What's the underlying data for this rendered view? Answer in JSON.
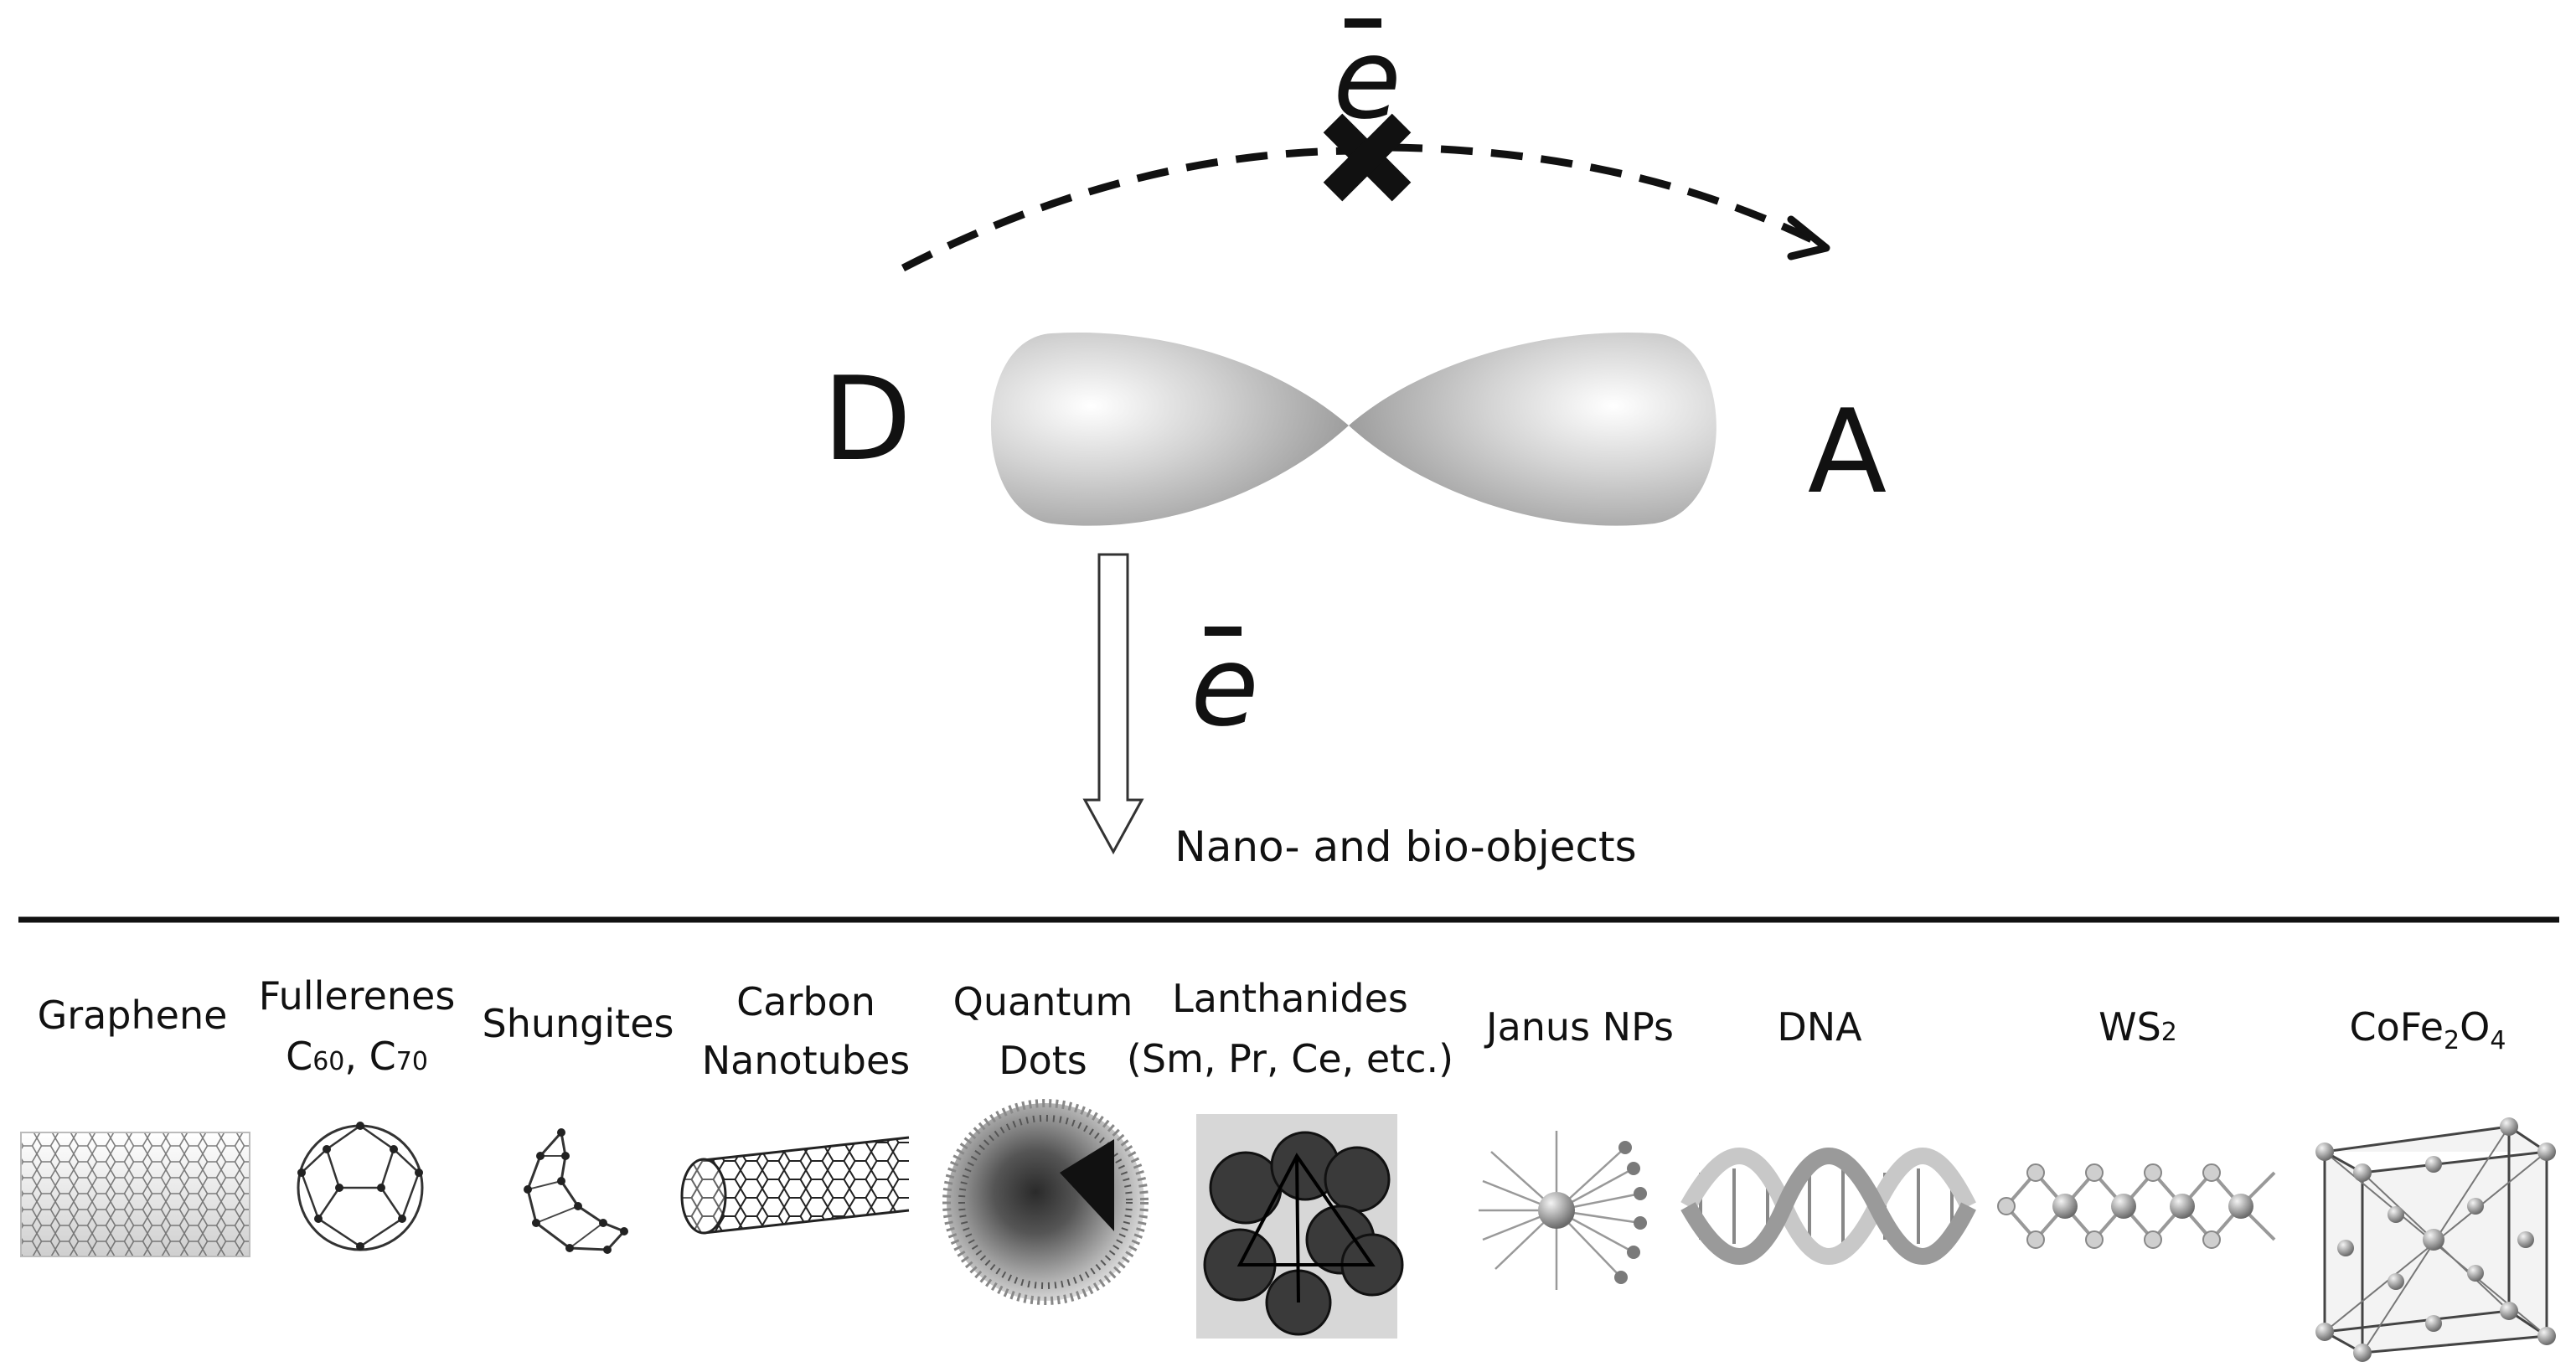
{
  "donor_label": "D",
  "acceptor_label": "A",
  "electron_symbol": "e",
  "caption": "Nano- and bio-objects",
  "materials": [
    {
      "name": "graphene",
      "line1": "Graphene",
      "line2": ""
    },
    {
      "name": "fullerenes",
      "line1": "Fullerenes",
      "line2a": "C",
      "sub_a": "60",
      "sep": ", C",
      "sub_b": "70"
    },
    {
      "name": "shungites",
      "line1": "Shungites",
      "line2": ""
    },
    {
      "name": "carbon-nanotubes",
      "line1": "Carbon",
      "line2": "Nanotubes"
    },
    {
      "name": "quantum-dots",
      "line1": "Quantum",
      "line2": "Dots"
    },
    {
      "name": "lanthanides",
      "line1": "Lanthanides",
      "line2": "(Sm, Pr, Ce, etc.)"
    },
    {
      "name": "janus-nps",
      "line1": "Janus NPs",
      "line2": ""
    },
    {
      "name": "dna",
      "line1": "DNA",
      "line2": ""
    },
    {
      "name": "ws2",
      "line1": "WS",
      "sub": "2"
    },
    {
      "name": "cofe2o4",
      "a": "CoFe",
      "sub1": "2",
      "b": "O",
      "sub2": "4"
    }
  ]
}
